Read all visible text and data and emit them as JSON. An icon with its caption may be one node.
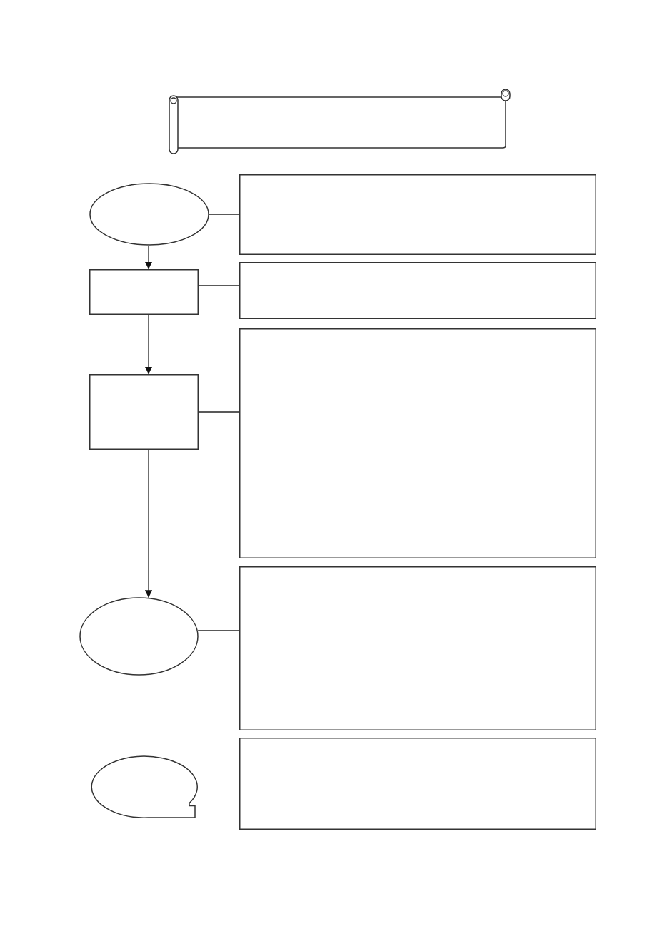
{
  "diagram": {
    "nodes": [
      {
        "text": [],
        "shape": "banner"
      },
      {
        "text": [],
        "shape": "ellipse"
      },
      {
        "text": [],
        "shape": "box"
      },
      {
        "text": [],
        "shape": "box"
      },
      {
        "text": [],
        "shape": "box"
      },
      {
        "text": [],
        "shape": "box"
      },
      {
        "text": [],
        "shape": "box"
      },
      {
        "text": [],
        "shape": "ellipse"
      },
      {
        "text": [],
        "shape": "box"
      },
      {
        "text": [],
        "shape": "bubble"
      },
      {
        "text": [],
        "shape": "box"
      }
    ],
    "edges": [
      {
        "from": 1,
        "to": 2,
        "arrow": "none"
      },
      {
        "from": 1,
        "to": 3,
        "arrow": "to"
      },
      {
        "from": 3,
        "to": 4,
        "arrow": "none"
      },
      {
        "from": 3,
        "to": 5,
        "arrow": "to"
      },
      {
        "from": 5,
        "to": 6,
        "arrow": "none"
      },
      {
        "from": 5,
        "to": 7,
        "arrow": "to"
      },
      {
        "from": 7,
        "to": 8,
        "arrow": "none"
      }
    ]
  }
}
